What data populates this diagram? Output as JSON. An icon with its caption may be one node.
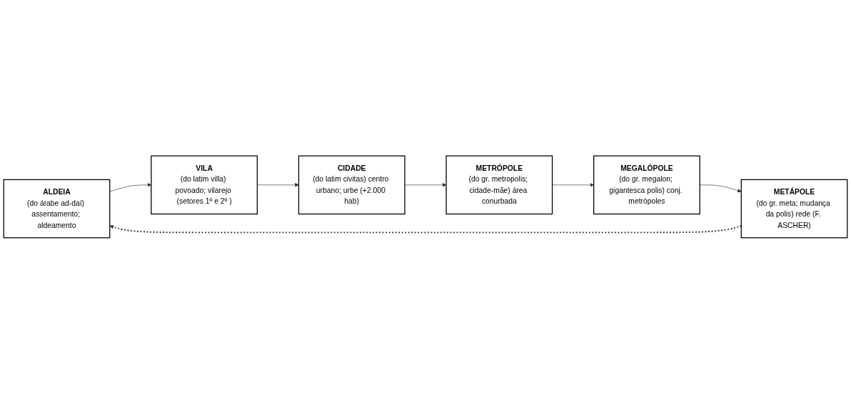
{
  "diagram": {
    "nodes": [
      {
        "text": [
          "ALDEIA",
          "(do árabe ad-daí) assentamento; aldeamento"
        ]
      },
      {
        "text": [
          "METÁPOLE",
          "(do gr. meta; mudança da polis) rede (F. ASCHER)"
        ]
      },
      {
        "text": [
          "MEGALÓPOLE",
          "(do gr. megalon; gigantesca polis) conj. metrópoles"
        ]
      },
      {
        "text": [
          "VILA",
          "(do latim villa) povoado; vilarejo (setores 1º e 2º )"
        ]
      },
      {
        "text": [
          "CIDADE",
          "(do latim civitas) centro urbano; urbe (+2.000 hab)"
        ]
      },
      {
        "text": [
          "METRÓPOLE",
          "(do gr. metropolis; cidade-mãe) área conurbada"
        ]
      }
    ],
    "edges": [
      {
        "from": 0,
        "to": 3,
        "arrow": "to"
      },
      {
        "from": 3,
        "to": 4,
        "arrow": "to"
      },
      {
        "from": 4,
        "to": 5,
        "arrow": "to"
      },
      {
        "from": 5,
        "to": 2,
        "arrow": "to"
      },
      {
        "from": 2,
        "to": 1,
        "arrow": "to"
      },
      {
        "from": 1,
        "to": 0,
        "arrow": "to",
        "style": "dashed"
      }
    ]
  }
}
